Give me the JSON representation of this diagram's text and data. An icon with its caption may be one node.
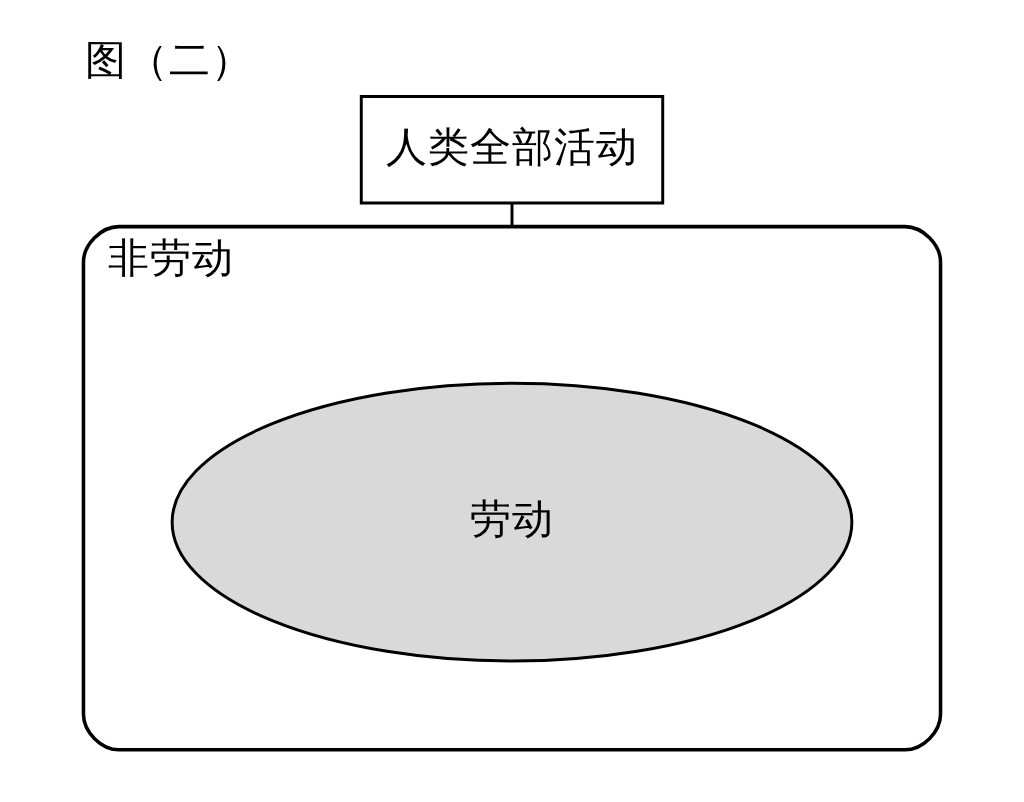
{
  "diagram": {
    "title": "图（二）",
    "nodes": [
      {
        "text": [
          "人类全部活动"
        ]
      },
      {
        "text": [
          "非劳动"
        ]
      },
      {
        "text": [
          "劳动"
        ],
        "in": 1
      }
    ],
    "edges": [
      {
        "from": 0,
        "to": 1,
        "arrow": "none"
      }
    ]
  }
}
